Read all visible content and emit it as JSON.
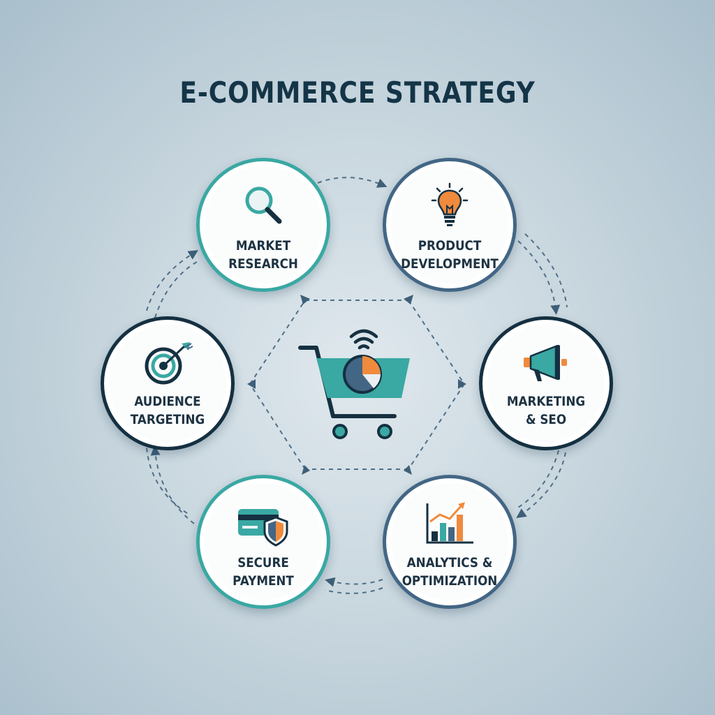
{
  "title": "E-COMMERCE STRATEGY",
  "colors": {
    "teal": "#3aa8a3",
    "navy": "#153041",
    "slate": "#436685",
    "orange": "#f08a3c"
  },
  "nodes": [
    {
      "id": "market-research",
      "line1": "MARKET",
      "line2": "RESEARCH",
      "icon": "magnifier-icon"
    },
    {
      "id": "product-development",
      "line1": "PRODUCT",
      "line2": "DEVELOPMENT",
      "icon": "lightbulb-icon"
    },
    {
      "id": "marketing-seo",
      "line1": "MARKETING",
      "line2": "& SEO",
      "icon": "megaphone-icon"
    },
    {
      "id": "analytics-optimization",
      "line1": "ANALYTICS &",
      "line2": "OPTIMIZATION",
      "icon": "bar-chart-icon"
    },
    {
      "id": "secure-payment",
      "line1": "SECURE",
      "line2": "PAYMENT",
      "icon": "credit-card-shield-icon"
    },
    {
      "id": "audience-targeting",
      "line1": "AUDIENCE",
      "line2": "TARGETING",
      "icon": "target-icon"
    }
  ],
  "center": {
    "icon": "shopping-cart-icon"
  }
}
